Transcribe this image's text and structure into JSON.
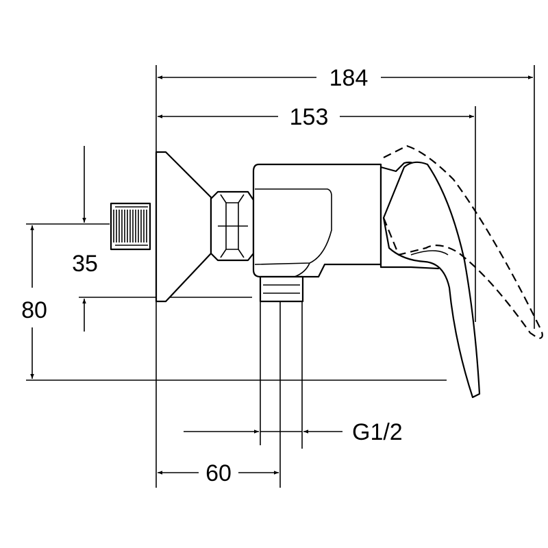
{
  "dimensions": {
    "overall_width": "184",
    "body_width": "153",
    "inlet_height": "35",
    "total_height": "80",
    "outlet_offset": "60",
    "thread": "G1/2"
  }
}
